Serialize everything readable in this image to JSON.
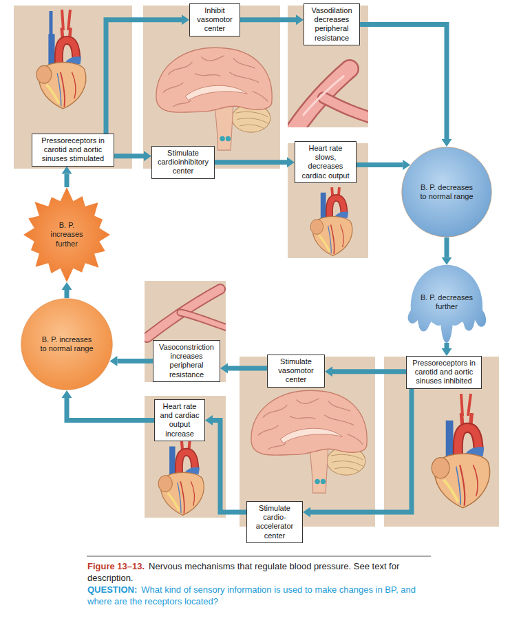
{
  "diagram": {
    "caption": "Nervous mechanisms that regulate blood pressure. See text for description.",
    "nodes": [
      {
        "text": [
          "Inhibit vasomotor center"
        ]
      },
      {
        "text": [
          "Vasodilation decreases peripheral resistance"
        ]
      },
      {
        "text": [
          "Pressoreceptors in carotid and aortic sinuses stimulated"
        ]
      },
      {
        "text": [
          "Stimulate cardioinhibitory center"
        ]
      },
      {
        "text": [
          "Heart rate slows, decreases cardiac output"
        ]
      },
      {
        "text": [
          "B. P. increases further"
        ]
      },
      {
        "text": [
          "B. P. decreases to normal range"
        ]
      },
      {
        "text": [
          "B. P. decreases further"
        ]
      },
      {
        "text": [
          "B. P. increases to normal range"
        ]
      },
      {
        "text": [
          "Vasoconstriction increases peripheral resistance"
        ]
      },
      {
        "text": [
          "Stimulate vasomotor center"
        ]
      },
      {
        "text": [
          "Pressoreceptors in carotid and aortic sinuses inhibited"
        ]
      },
      {
        "text": [
          "Heart rate and cardiac output increase"
        ]
      },
      {
        "text": [
          "Stimulate cardio-accelerator center"
        ]
      }
    ],
    "edges": [
      {
        "from": 2,
        "to": 0,
        "arrow": "to"
      },
      {
        "from": 2,
        "to": 3,
        "arrow": "to"
      },
      {
        "from": 0,
        "to": 1,
        "arrow": "to"
      },
      {
        "from": 3,
        "to": 4,
        "arrow": "to"
      },
      {
        "from": 1,
        "to": 6,
        "arrow": "to"
      },
      {
        "from": 4,
        "to": 6,
        "arrow": "to"
      },
      {
        "from": 6,
        "to": 7,
        "arrow": "to"
      },
      {
        "from": 7,
        "to": 11,
        "arrow": "to"
      },
      {
        "from": 11,
        "to": 10,
        "arrow": "to"
      },
      {
        "from": 10,
        "to": 9,
        "arrow": "to"
      },
      {
        "from": 9,
        "to": 8,
        "arrow": "to"
      },
      {
        "from": 11,
        "to": 13,
        "arrow": "to"
      },
      {
        "from": 13,
        "to": 12,
        "arrow": "to"
      },
      {
        "from": 12,
        "to": 8,
        "arrow": "to"
      },
      {
        "from": 8,
        "to": 5,
        "arrow": "to"
      },
      {
        "from": 5,
        "to": 2,
        "arrow": "to"
      }
    ],
    "labels": [
      "Figure 13–13.",
      "QUESTION:",
      "What kind of sensory information is used to make changes in BP, and where are the receptors located?"
    ]
  }
}
